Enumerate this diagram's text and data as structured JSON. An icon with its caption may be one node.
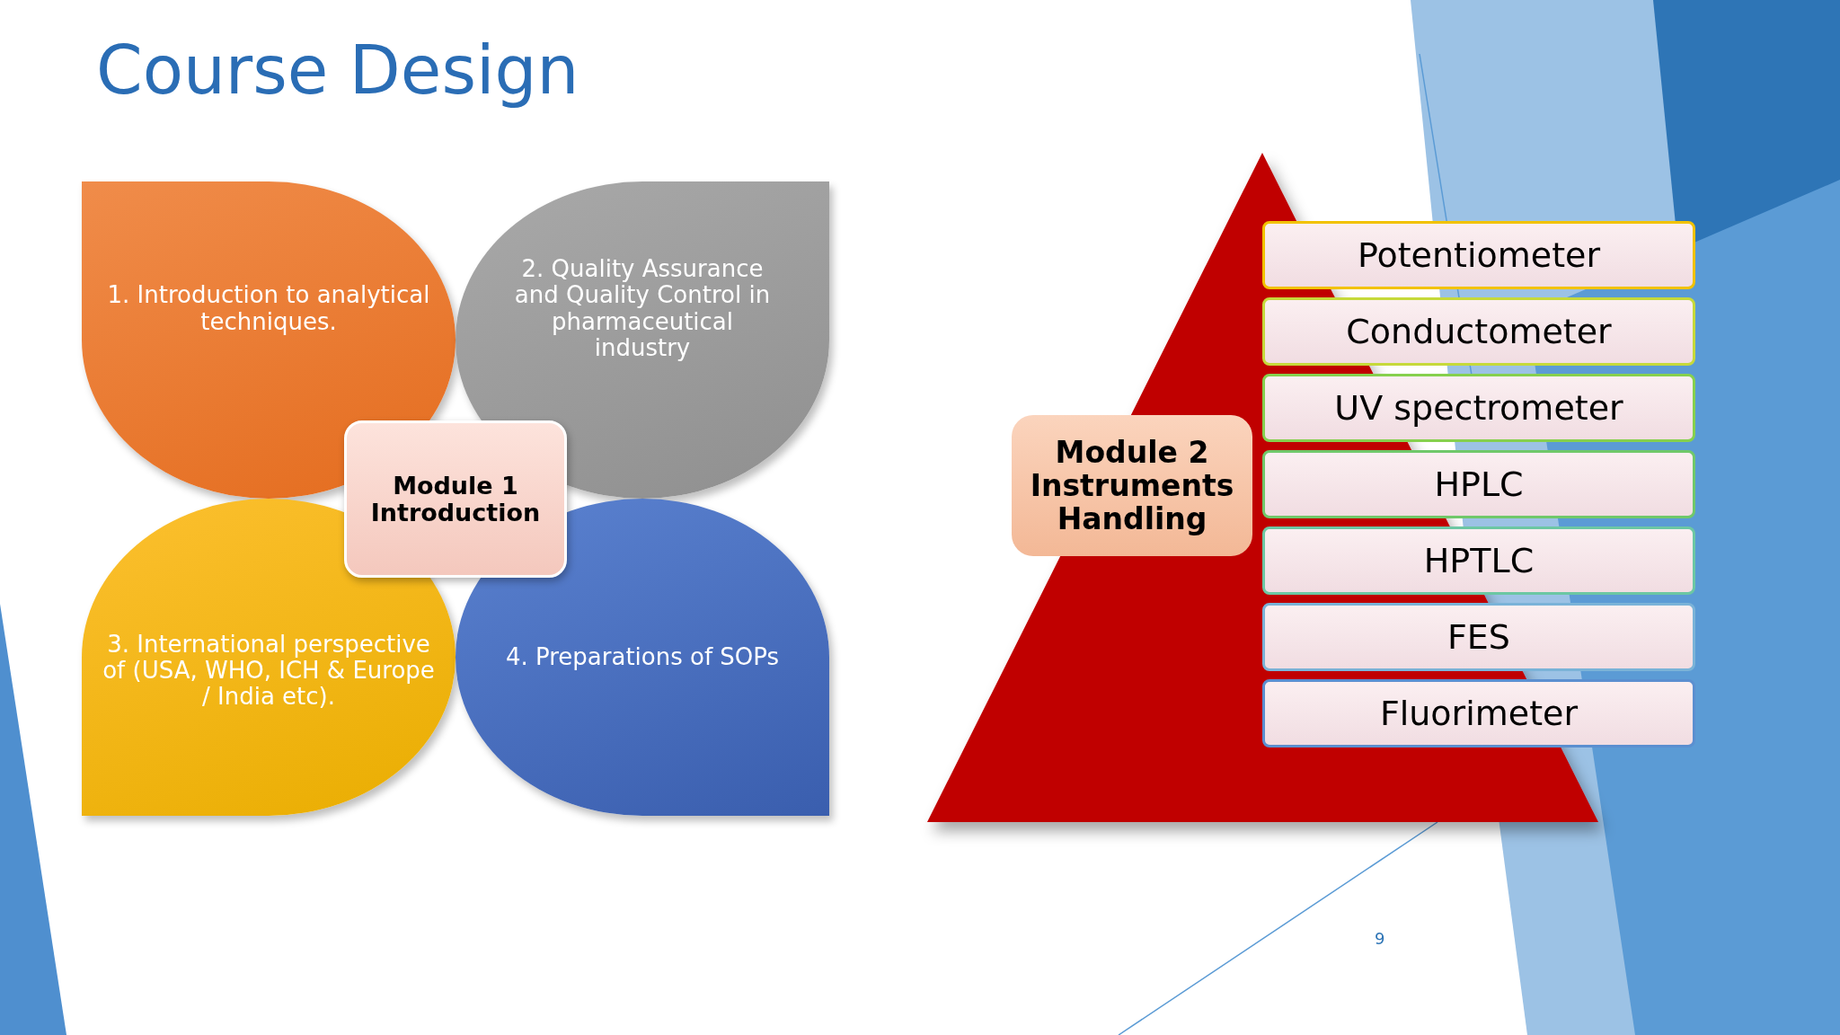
{
  "diagram": {
    "title": "Course Design",
    "nodes": [
      {
        "text": [
          "1. Introduction to analytical techniques."
        ]
      },
      {
        "text": [
          "2. Quality Assurance and Quality Control in pharmaceutical industry"
        ]
      },
      {
        "text": [
          "3. International perspective of (USA, WHO, ICH & Europe / India etc)."
        ]
      },
      {
        "text": [
          "4. Preparations of SOPs"
        ]
      },
      {
        "text": [
          "Module 1 Introduction"
        ]
      },
      {
        "text": [
          "Module 2 Instruments Handling"
        ]
      },
      {
        "text": [
          "Potentiometer"
        ]
      },
      {
        "text": [
          "Conductometer"
        ]
      },
      {
        "text": [
          "UV spectrometer"
        ]
      },
      {
        "text": [
          "HPLC"
        ]
      },
      {
        "text": [
          "HPTLC"
        ]
      },
      {
        "text": [
          "FES"
        ]
      },
      {
        "text": [
          "Fluorimeter"
        ]
      }
    ],
    "labels": [
      "9"
    ]
  }
}
